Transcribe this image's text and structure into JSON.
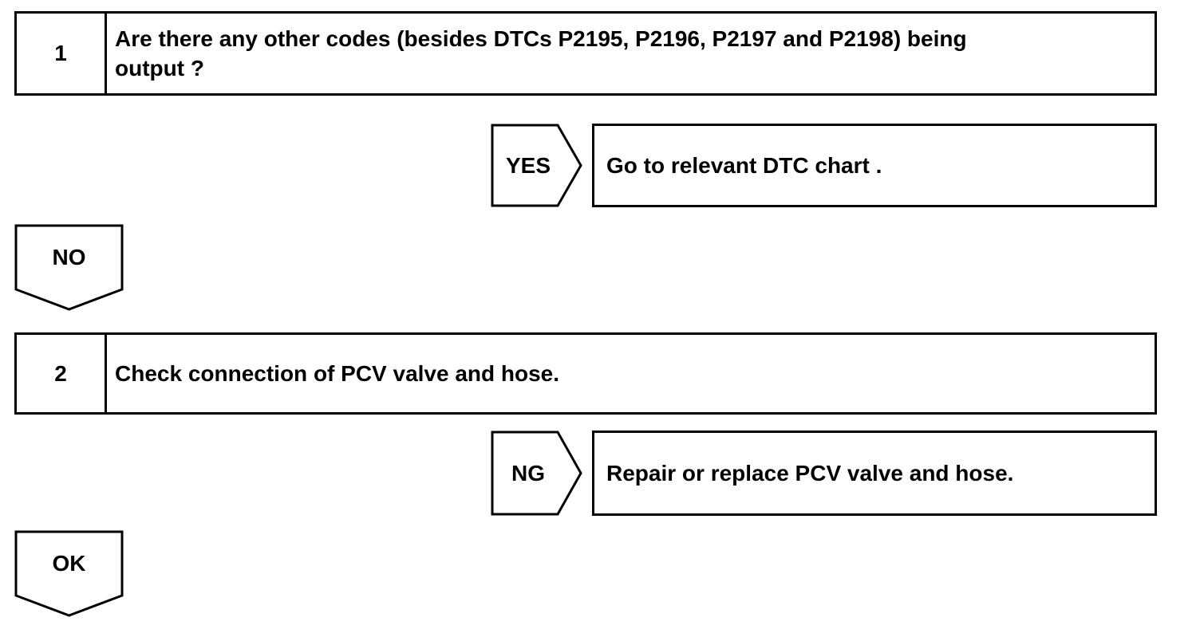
{
  "colors": {
    "line": "#000000",
    "background": "#ffffff",
    "text": "#000000"
  },
  "flowchart": {
    "steps": [
      {
        "number": "1",
        "lines": [
          "Are there any other codes (besides DTCs P2195, P2196, P2197 and P2198) being",
          "output ?"
        ],
        "branch_label": "YES",
        "branch_action": "Go to relevant DTC chart .",
        "continue_label": "NO"
      },
      {
        "number": "2",
        "lines": [
          "Check connection of PCV valve and hose."
        ],
        "branch_label": "NG",
        "branch_action": "Repair or replace PCV valve and hose.",
        "continue_label": "OK"
      }
    ]
  }
}
